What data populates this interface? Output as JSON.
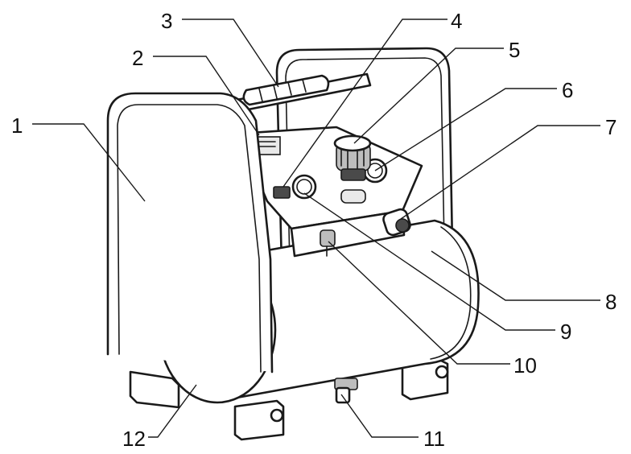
{
  "figure": {
    "callouts": [
      {
        "id": 1,
        "label": "1"
      },
      {
        "id": 2,
        "label": "2"
      },
      {
        "id": 3,
        "label": "3"
      },
      {
        "id": 4,
        "label": "4"
      },
      {
        "id": 5,
        "label": "5"
      },
      {
        "id": 6,
        "label": "6"
      },
      {
        "id": 7,
        "label": "7"
      },
      {
        "id": 8,
        "label": "8"
      },
      {
        "id": 9,
        "label": "9"
      },
      {
        "id": 10,
        "label": "10"
      },
      {
        "id": 11,
        "label": "11"
      },
      {
        "id": 12,
        "label": "12"
      }
    ]
  }
}
